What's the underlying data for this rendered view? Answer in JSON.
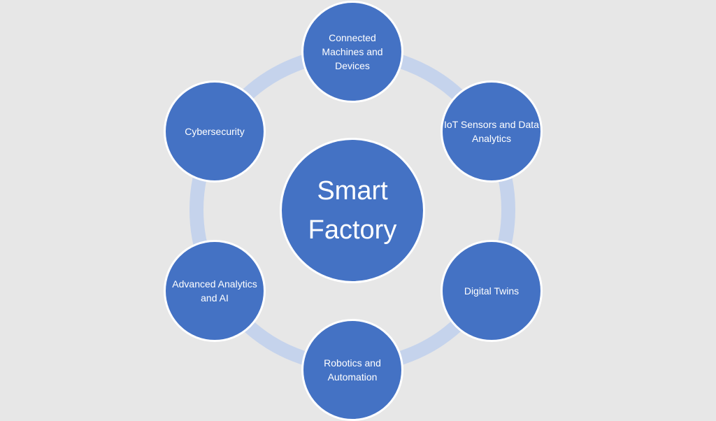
{
  "diagram": {
    "center": {
      "label": "Smart\nFactory"
    },
    "nodes": [
      {
        "id": "connected-machines",
        "label": "Connected\nMachines and\nDevices"
      },
      {
        "id": "iot-sensors",
        "label": "IoT Sensors and Data\nAnalytics"
      },
      {
        "id": "digital-twins",
        "label": "Digital Twins"
      },
      {
        "id": "robotics",
        "label": "Robotics and\nAutomation"
      },
      {
        "id": "advanced-analytics",
        "label": "Advanced Analytics\nand AI"
      },
      {
        "id": "cybersecurity",
        "label": "Cybersecurity"
      }
    ]
  },
  "colors": {
    "node_fill": "#4472c4",
    "node_border": "#ffffff",
    "ring": "#c5d3ec",
    "background": "#e7e7e7"
  }
}
